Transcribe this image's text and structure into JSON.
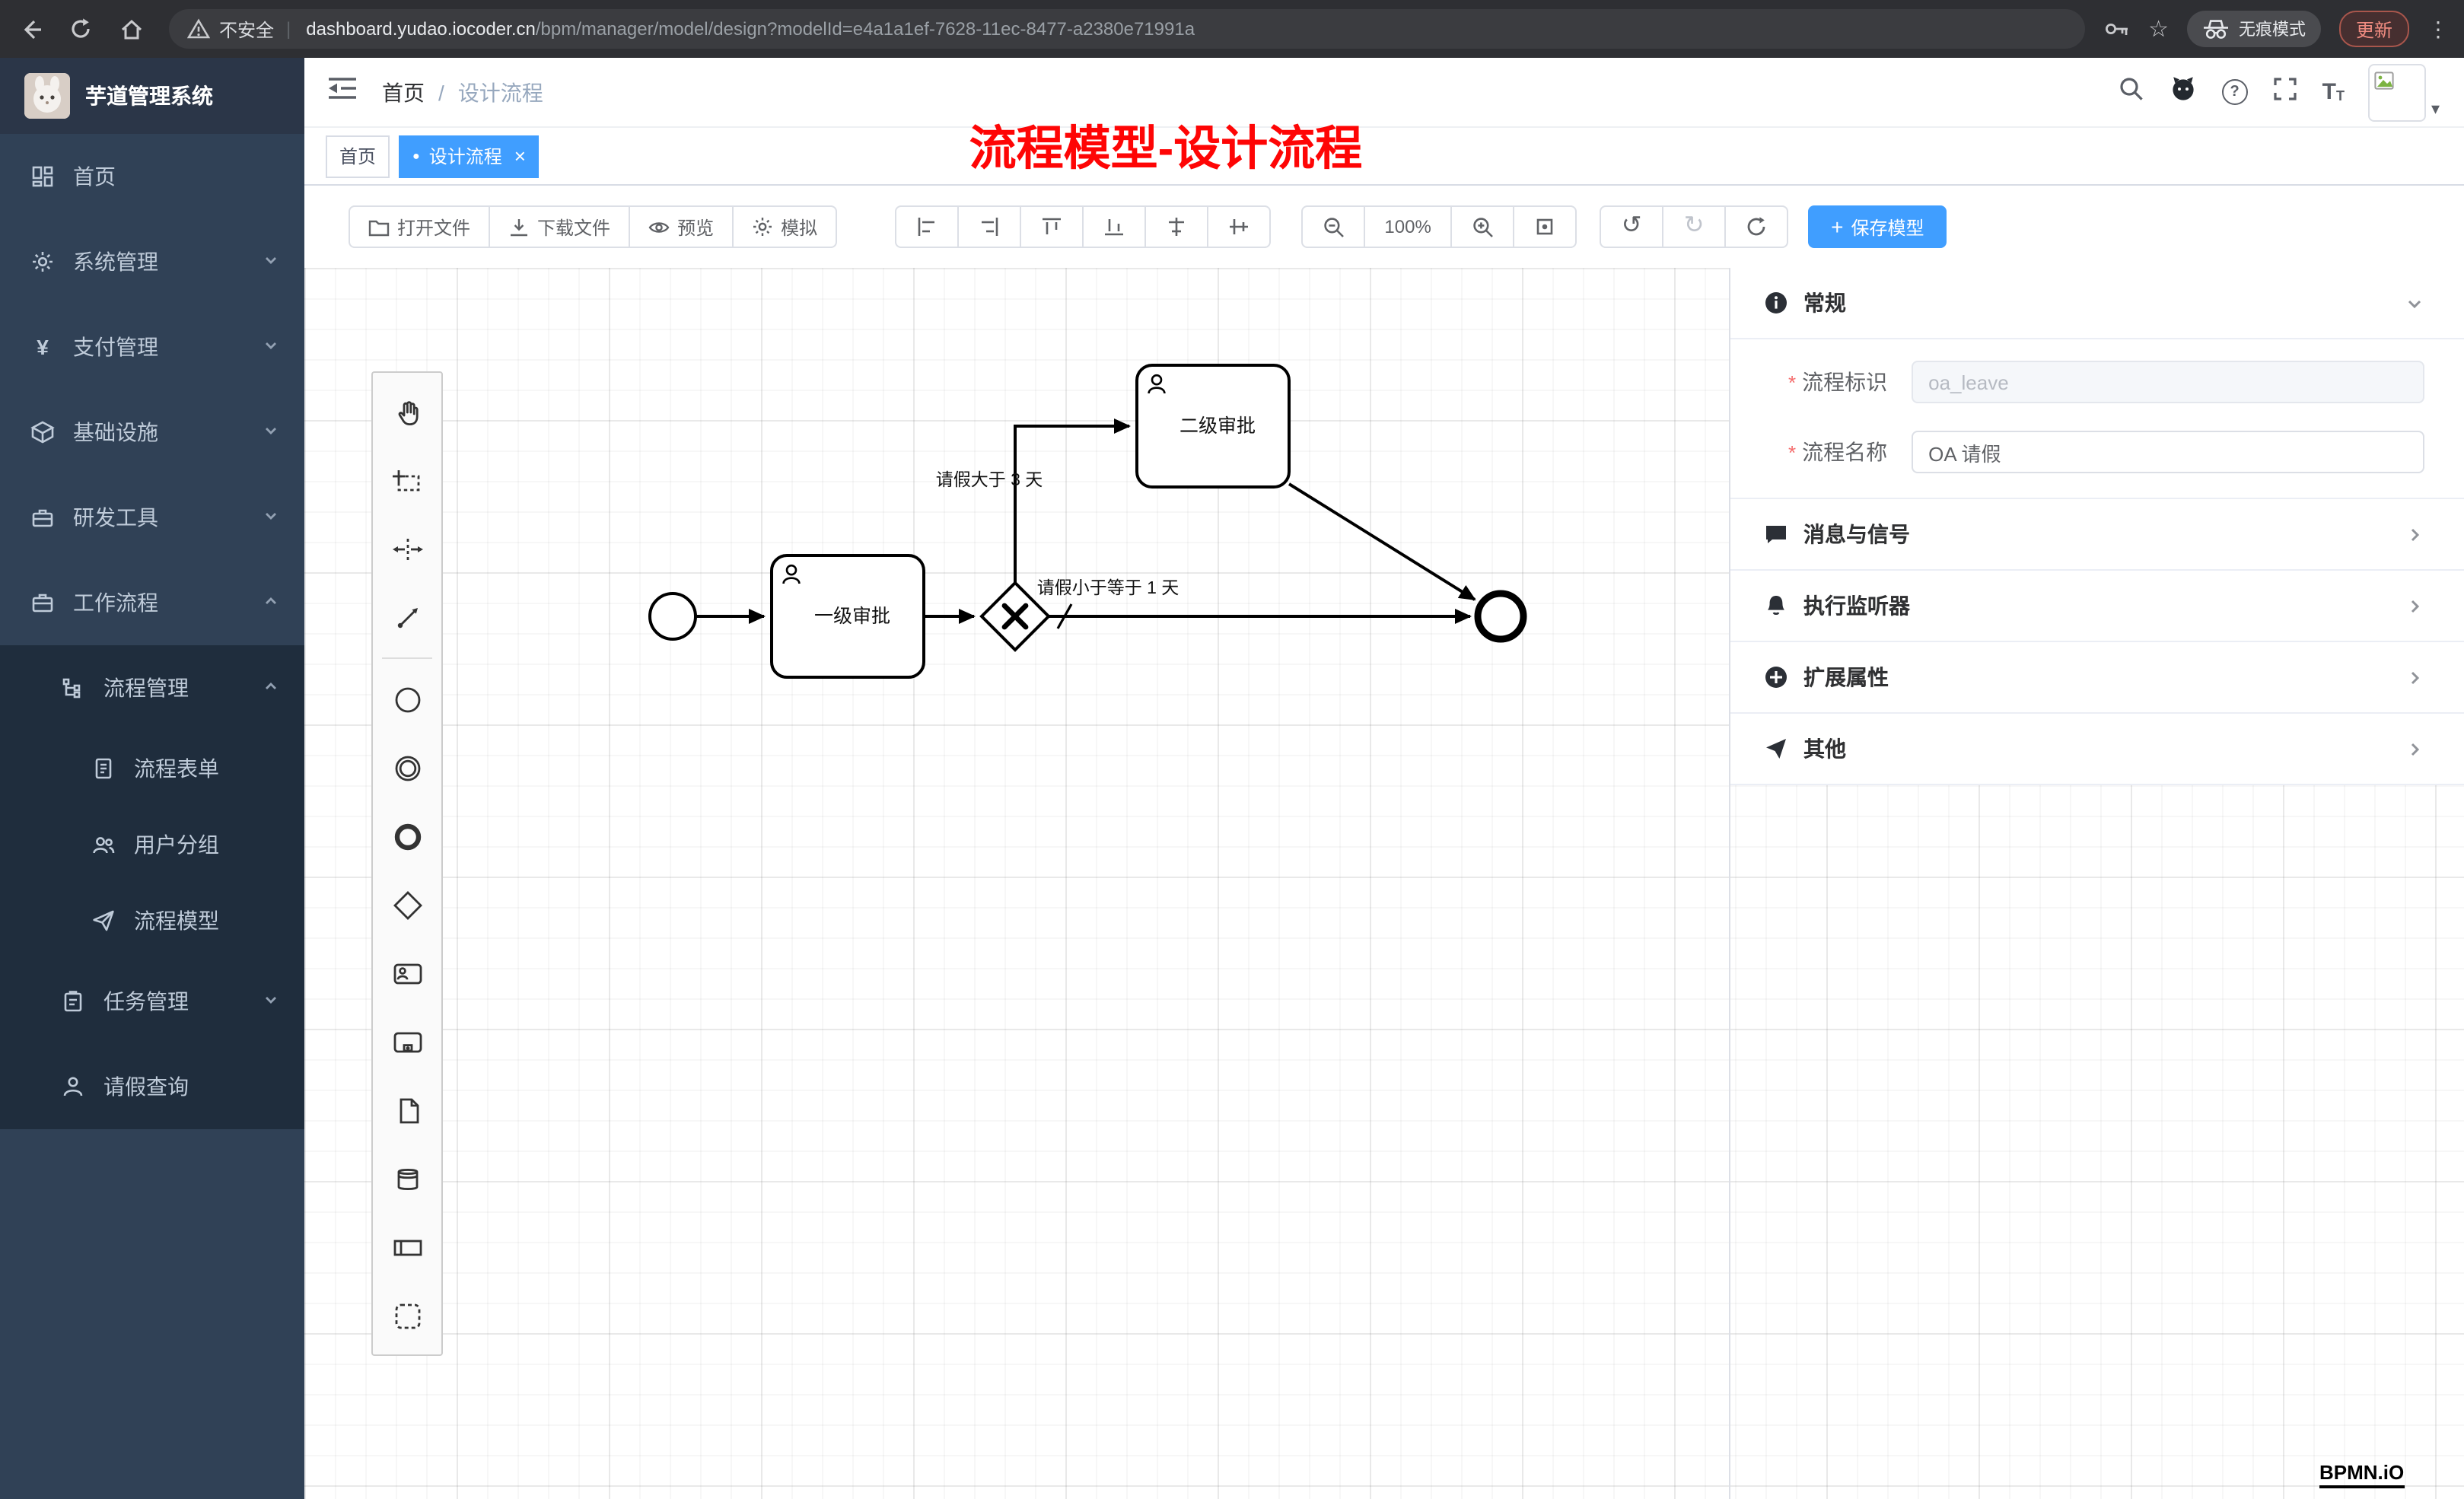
{
  "browser": {
    "url_security": "不安全",
    "url_domain": "dashboard.yudao.iocoder.cn",
    "url_path": "/bpm/manager/model/design?modelId=e4a1a1ef-7628-11ec-8477-a2380e71991a",
    "incognito_label": "无痕模式",
    "update_label": "更新"
  },
  "sidebar": {
    "title": "芋道管理系统",
    "items": [
      {
        "label": "首页"
      },
      {
        "label": "系统管理"
      },
      {
        "label": "支付管理"
      },
      {
        "label": "基础设施"
      },
      {
        "label": "研发工具"
      },
      {
        "label": "工作流程"
      }
    ],
    "submenu": [
      {
        "label": "流程管理"
      },
      {
        "label": "流程表单"
      },
      {
        "label": "用户分组"
      },
      {
        "label": "流程模型"
      },
      {
        "label": "任务管理"
      },
      {
        "label": "请假查询"
      }
    ]
  },
  "header": {
    "breadcrumb_home": "首页",
    "breadcrumb_current": "设计流程",
    "annotation": "流程模型-设计流程"
  },
  "tabs": [
    {
      "label": "首页"
    },
    {
      "label": "设计流程"
    }
  ],
  "toolbar": {
    "open": "打开文件",
    "download": "下载文件",
    "preview": "预览",
    "simulate": "模拟",
    "zoom_level": "100%",
    "save": "保存模型"
  },
  "diagram": {
    "task1": "一级审批",
    "task2": "二级审批",
    "condition_gt3": "请假大于 3 天",
    "condition_le1": "请假小于等于 1 天"
  },
  "panel": {
    "sections": {
      "general": "常规",
      "message": "消息与信号",
      "listener": "执行监听器",
      "extension": "扩展属性",
      "other": "其他"
    },
    "fields": {
      "key_label": "流程标识",
      "key_value": "oa_leave",
      "name_label": "流程名称",
      "name_value": "OA 请假"
    }
  },
  "watermark": "BPMN.iO",
  "icons": {
    "yen": "¥",
    "kebab": "⋮",
    "star": "☆",
    "dot": "●",
    "close": "×",
    "plus": "+",
    "slash": "/",
    "asterisk": "*",
    "caret": "▾",
    "question": "?",
    "font_large": "T",
    "font_small": "T",
    "divider": "|",
    "undo": "↺",
    "redo": "↻"
  },
  "colors": {
    "accent": "#409eff",
    "sidebar_bg": "#304156",
    "submenu_bg": "#1f2d3d",
    "annotation_red": "#fe0505"
  }
}
